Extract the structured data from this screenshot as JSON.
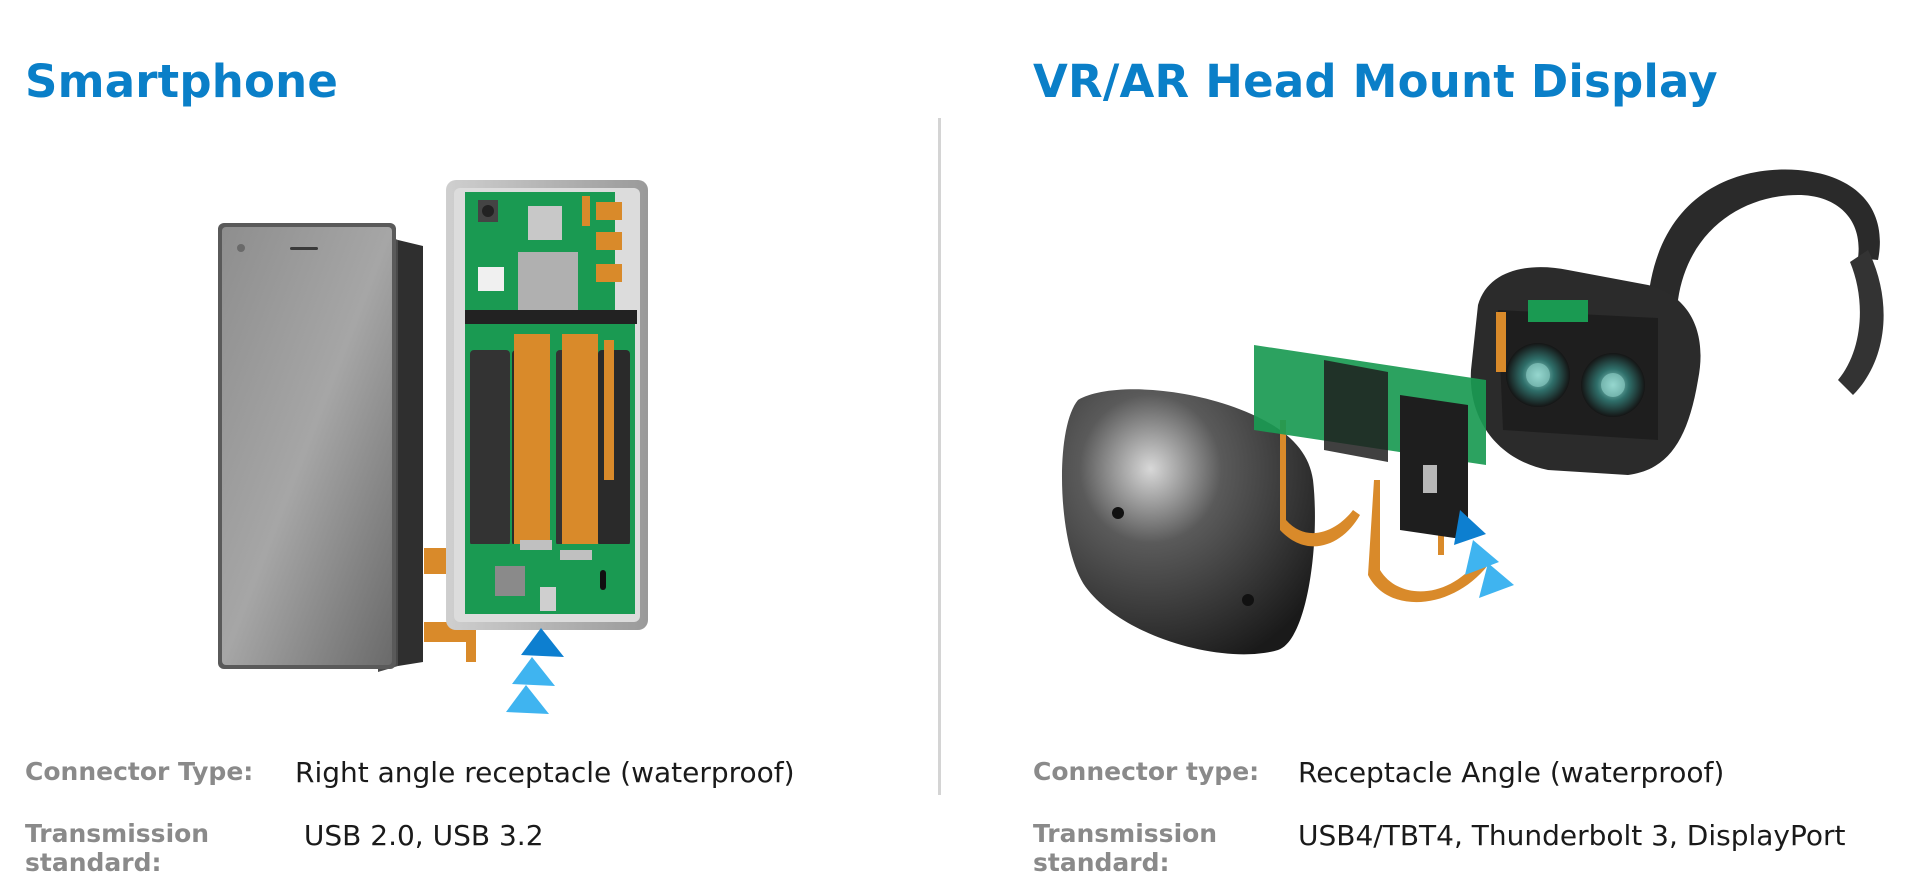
{
  "left": {
    "title": "Smartphone",
    "connector_label": "Connector Type:",
    "connector_value": "Right angle receptacle (waterproof)",
    "transmission_label": "Transmission standard:",
    "transmission_value": " USB 2.0, USB 3.2"
  },
  "right": {
    "title": "VR/AR Head Mount Display",
    "connector_label": "Connector type:",
    "connector_value": "Receptacle Angle (waterproof)",
    "transmission_label": "Transmission standard:",
    "transmission_value": "USB4/TBT4, Thunderbolt 3, DisplayPort"
  },
  "colors": {
    "title": "#0a7fc8",
    "label": "#8a8a8a",
    "pcb": "#1a9a52",
    "flex": "#d98a2a",
    "arrow_dark": "#0d7fd0",
    "arrow_light": "#3fb4f0"
  }
}
